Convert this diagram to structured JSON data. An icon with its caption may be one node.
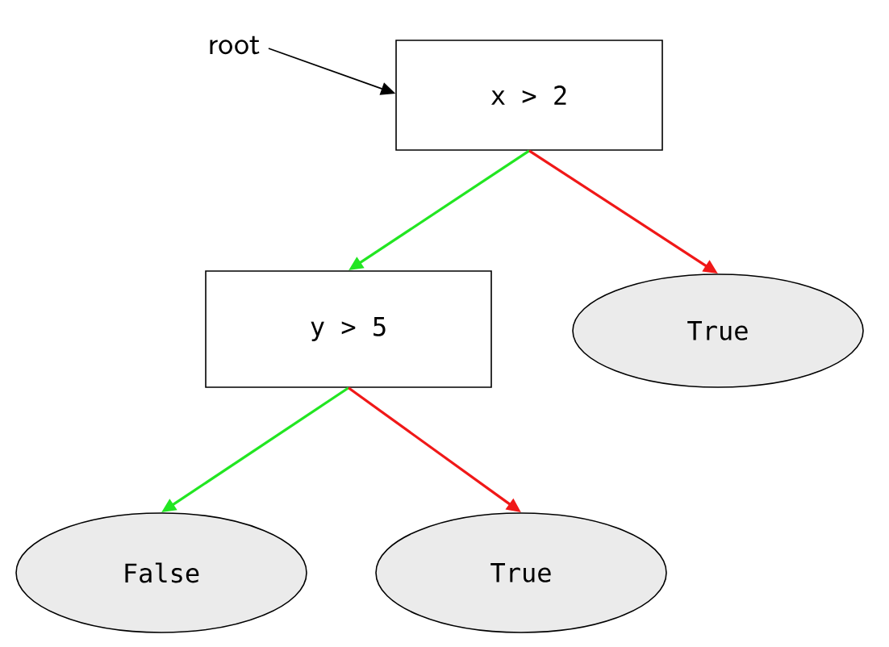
{
  "diagram": {
    "nodes": [
      {
        "text": [
          "root"
        ]
      },
      {
        "text": [
          "x > 2"
        ]
      },
      {
        "text": [
          "y > 5"
        ]
      },
      {
        "text": [
          "True"
        ]
      },
      {
        "text": [
          "False"
        ]
      },
      {
        "text": [
          "True"
        ]
      }
    ],
    "edges": [
      {
        "from": 0,
        "to": 1,
        "arrow": "to",
        "color": "#000000"
      },
      {
        "from": 1,
        "to": 2,
        "arrow": "to",
        "color": "#22e622"
      },
      {
        "from": 1,
        "to": 3,
        "arrow": "to",
        "color": "#f01818"
      },
      {
        "from": 2,
        "to": 4,
        "arrow": "to",
        "color": "#22e622"
      },
      {
        "from": 2,
        "to": 5,
        "arrow": "to",
        "color": "#f01818"
      }
    ]
  }
}
